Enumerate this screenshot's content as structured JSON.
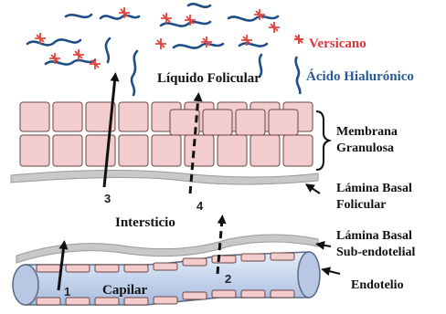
{
  "labels": {
    "versicano": "Versicano",
    "acido_hialuronico": "Ácido Hialurónico",
    "liquido_folicular": "Líquido Folicular",
    "membrana_granulosa_1": "Membrana",
    "membrana_granulosa_2": "Granulosa",
    "lamina_basal_folicular_1": "Lámina Basal",
    "lamina_basal_folicular_2": "Folicular",
    "intersticio": "Intersticio",
    "lamina_basal_subendotelial_1": "Lámina Basal",
    "lamina_basal_subendotelial_2": "Sub-endotelial",
    "endotelio": "Endotelio",
    "capilar": "Capilar"
  },
  "arrows": [
    {
      "number": "1",
      "style": "solid"
    },
    {
      "number": "2",
      "style": "dashed"
    },
    {
      "number": "3",
      "style": "solid"
    },
    {
      "number": "4",
      "style": "dashed"
    }
  ],
  "colors": {
    "cell_fill": "#f3cdcd",
    "cell_stroke": "#6b4444",
    "hyaluronic": "#1f4e86",
    "versican": "#e2453e",
    "capillary_blue": "#c9d8ee",
    "membrane_gray": "#bfbfbf"
  }
}
